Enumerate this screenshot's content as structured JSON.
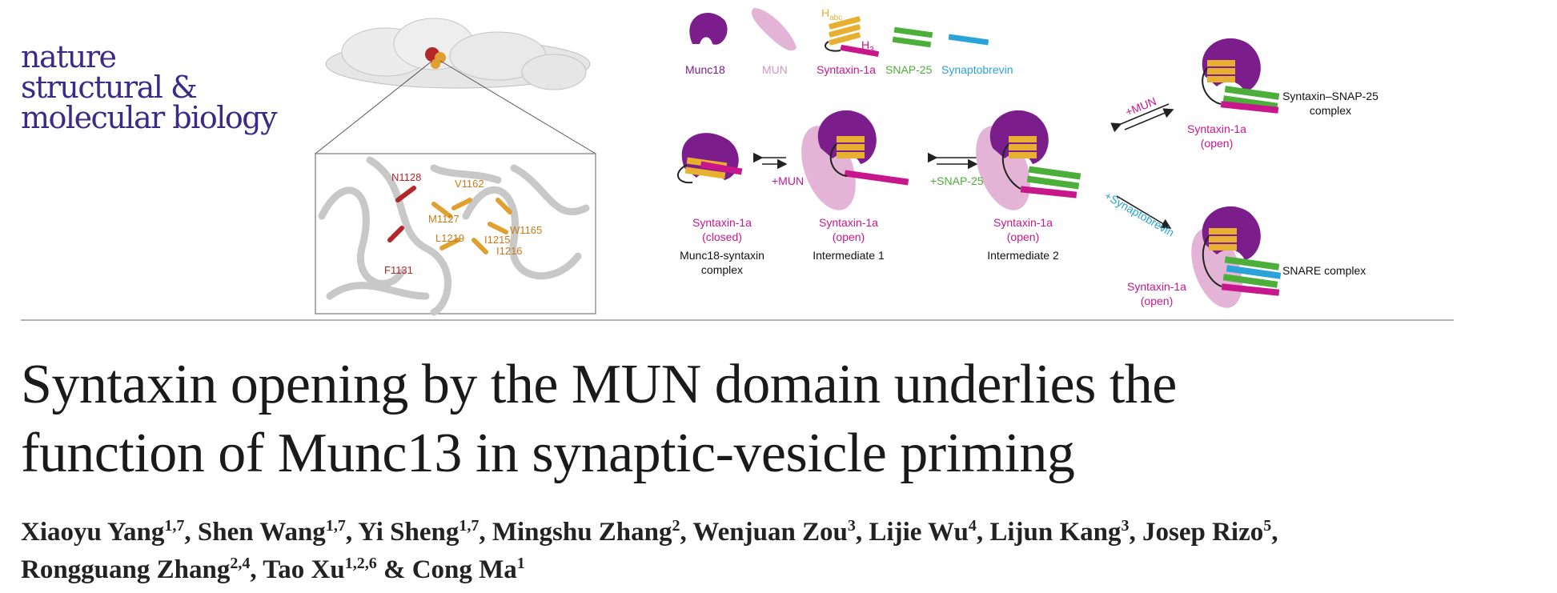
{
  "journal": {
    "line1": "nature",
    "line2": "structural &",
    "line3": "molecular biology"
  },
  "structure_labels": {
    "n1128": "N1128",
    "v1162": "V1162",
    "m1127": "M1127",
    "l1219": "L1219",
    "i1215": "I1215",
    "w1165": "W1165",
    "i1216": "I1216",
    "f1131": "F1131"
  },
  "legend": {
    "munc18": "Munc18",
    "mun": "MUN",
    "syntaxin": "Syntaxin-1a",
    "habc": "H",
    "habc_sub": "abc",
    "h3": "H",
    "h3_sub": "3",
    "snap25": "SNAP-25",
    "synaptobrevin": "Synaptobrevin"
  },
  "states": {
    "closed_syntaxin": "Syntaxin-1a",
    "closed_state": "(closed)",
    "closed_complex_1": "Munc18-syntaxin",
    "closed_complex_2": "complex",
    "int1_syntaxin": "Syntaxin-1a",
    "int1_state": "(open)",
    "int1_label": "Intermediate 1",
    "int2_syntaxin": "Syntaxin-1a",
    "int2_state": "(open)",
    "int2_label": "Intermediate 2",
    "ss_syntaxin": "Syntaxin-1a",
    "ss_state": "(open)",
    "ss_complex_1": "Syntaxin–SNAP-25",
    "ss_complex_2": "complex",
    "snare_syntaxin": "Syntaxin-1a",
    "snare_state": "(open)",
    "snare_complex": "SNARE complex"
  },
  "arrows": {
    "plus_mun_1": "+MUN",
    "plus_snap25": "+SNAP-25",
    "plus_mun_2": "+MUN",
    "plus_synaptobrevin": "+Synaptobrevin"
  },
  "title": {
    "line1": "Syntaxin opening by the MUN domain underlies the",
    "line2": "function of Munc13 in synaptic-vesicle priming"
  },
  "authors": [
    {
      "name": "Xiaoyu Yang",
      "aff": "1,7",
      "sep": ", "
    },
    {
      "name": "Shen Wang",
      "aff": "1,7",
      "sep": ", "
    },
    {
      "name": "Yi Sheng",
      "aff": "1,7",
      "sep": ", "
    },
    {
      "name": "Mingshu Zhang",
      "aff": "2",
      "sep": ", "
    },
    {
      "name": "Wenjuan Zou",
      "aff": "3",
      "sep": ", "
    },
    {
      "name": "Lijie Wu",
      "aff": "4",
      "sep": ", "
    },
    {
      "name": "Lijun Kang",
      "aff": "3",
      "sep": ", "
    },
    {
      "name": "Josep Rizo",
      "aff": "5",
      "sep": ","
    },
    {
      "name": "Rongguang Zhang",
      "aff": "2,4",
      "sep": ", "
    },
    {
      "name": "Tao Xu",
      "aff": "1,2,6",
      "sep": " & "
    },
    {
      "name": "Cong Ma",
      "aff": "1",
      "sep": ""
    }
  ],
  "colors": {
    "munc18": "#7b1d8a",
    "mun": "#e3b4d6",
    "syntaxin": "#c8168c",
    "habc": "#e8b030",
    "snap25": "#4caf3a",
    "synaptobrevin": "#2aa3d8",
    "journal": "#3b2a86",
    "residue_red": "#b3262a",
    "residue_orange": "#e0a030"
  }
}
